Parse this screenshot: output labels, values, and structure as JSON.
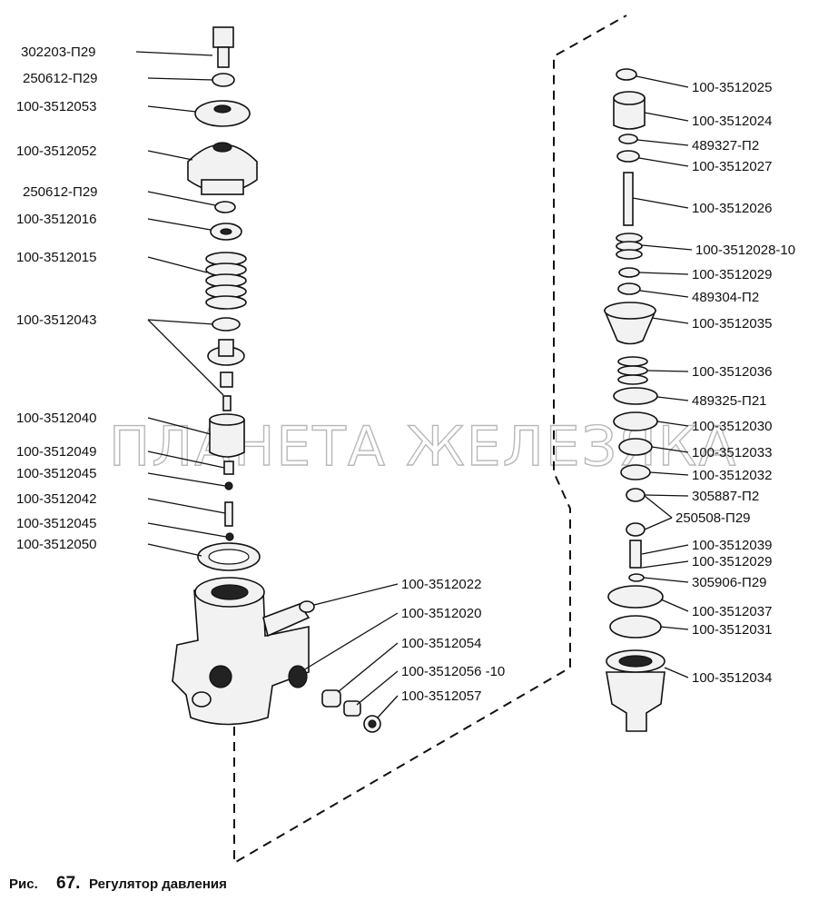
{
  "figure": {
    "caption_prefix": "Рис.",
    "caption_number": "67.",
    "caption_title": "Регулятор давления",
    "watermark": "ПЛАНЕТА ЖЕЛЕЗЯКА"
  },
  "left_labels": [
    "302203-П29",
    "250612-П29",
    "100-3512053",
    "100-3512052",
    "250612-П29",
    "100-3512016",
    "100-3512015",
    "100-3512043",
    "100-3512040",
    "100-3512049",
    "100-3512045",
    "100-3512042",
    "100-3512045",
    "100-3512050"
  ],
  "middle_labels": [
    "100-3512022",
    "100-3512020",
    "100-3512054",
    "100-3512056 -10",
    "100-3512057"
  ],
  "right_labels": [
    "100-3512025",
    "100-3512024",
    "489327-П2",
    "100-3512027",
    "100-3512026",
    "100-3512028-10",
    "100-3512029",
    "489304-П2",
    "100-3512035",
    "100-3512036",
    "489325-П21",
    "100-3512030",
    "100-3512033",
    "100-3512032",
    "305887-П2",
    "250508-П29",
    "100-3512039",
    "100-3512029",
    "305906-П29",
    "100-3512037",
    "100-3512031",
    "100-3512034"
  ]
}
